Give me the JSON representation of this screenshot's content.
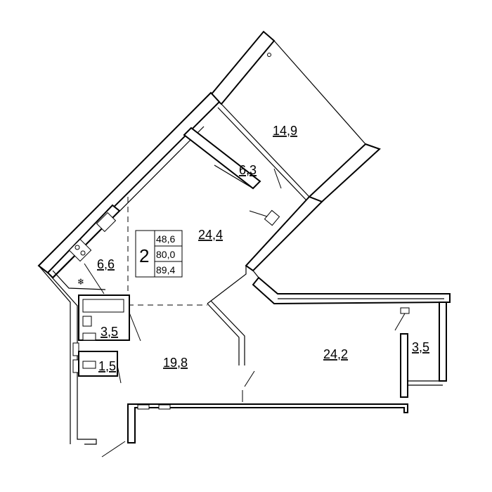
{
  "summary": {
    "rooms_count": "2",
    "living_area": "48,6",
    "total_area": "80,0",
    "total_area_with_balconies": "89,4"
  },
  "rooms": {
    "balcony_large": "14,9",
    "loggia_small": "6,3",
    "living_room": "24,4",
    "kitchen": "6,6",
    "bathroom": "3,5",
    "toilet": "1,5",
    "hall": "19,8",
    "bedroom": "24,2",
    "balcony_right": "3,5"
  }
}
